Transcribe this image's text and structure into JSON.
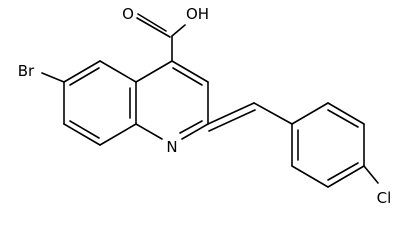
{
  "atom_labels": {
    "bromine": "Br",
    "nitrogen": "N",
    "carbonyl_oxygen": "O",
    "hydroxyl": "OH",
    "chlorine": "Cl"
  },
  "colors": {
    "bond": "#000000",
    "label": "#000000",
    "background": "#ffffff"
  }
}
